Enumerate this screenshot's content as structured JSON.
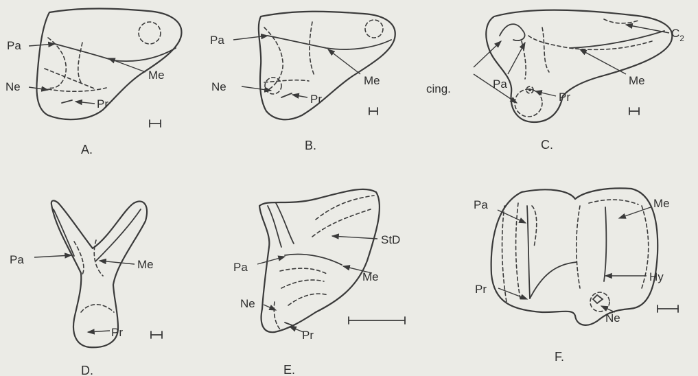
{
  "panels": [
    {
      "caption": "A.",
      "labels": {
        "pa": "Pa",
        "me": "Me",
        "ne": "Ne",
        "pr": "Pr"
      }
    },
    {
      "caption": "B.",
      "labels": {
        "pa": "Pa",
        "me": "Me",
        "ne": "Ne",
        "pr": "Pr"
      }
    },
    {
      "caption": "C.",
      "labels": {
        "pa": "Pa",
        "me": "Me",
        "pr": "Pr",
        "cing": "cing.",
        "c": "C",
        "c_sub": "2"
      }
    },
    {
      "caption": "D.",
      "labels": {
        "pa": "Pa",
        "me": "Me",
        "pr": "Pr"
      }
    },
    {
      "caption": "E.",
      "labels": {
        "pa": "Pa",
        "me": "Me",
        "ne": "Ne",
        "pr": "Pr",
        "std": "StD"
      }
    },
    {
      "caption": "F.",
      "labels": {
        "pa": "Pa",
        "me": "Me",
        "pr": "Pr",
        "hy": "Hy",
        "ne": "Ne"
      }
    }
  ]
}
